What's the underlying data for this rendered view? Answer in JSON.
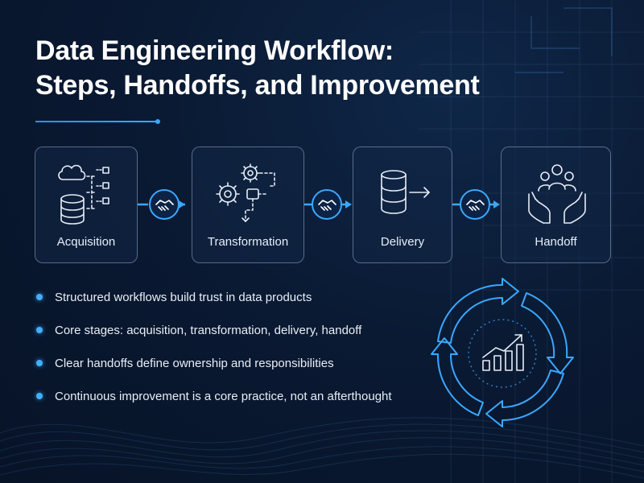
{
  "title": {
    "line1": "Data Engineering Workflow:",
    "line2": "Steps, Handoffs, and Improvement"
  },
  "stages": [
    {
      "label": "Acquisition",
      "icon": "cloud-database-icon"
    },
    {
      "label": "Transformation",
      "icon": "gears-icon"
    },
    {
      "label": "Delivery",
      "icon": "database-output-icon"
    },
    {
      "label": "Handoff",
      "icon": "team-hands-icon"
    }
  ],
  "connectors": [
    {
      "icon": "handshake-icon"
    },
    {
      "icon": "handshake-icon"
    },
    {
      "icon": "handshake-icon"
    }
  ],
  "bullets": [
    "Structured workflows build trust in data products",
    "Core stages: acquisition, transformation, delivery, handoff",
    "Clear handoffs define ownership and responsibilities",
    "Continuous improvement is a core practice, not an afterthought"
  ],
  "cycle": {
    "icon": "bar-chart-growth-icon",
    "arrow_icon": "cycle-arrows-icon"
  },
  "colors": {
    "background": "#0a1a33",
    "accent": "#3aa8ff",
    "text": "#ffffff",
    "box_border": "#96aac8"
  }
}
